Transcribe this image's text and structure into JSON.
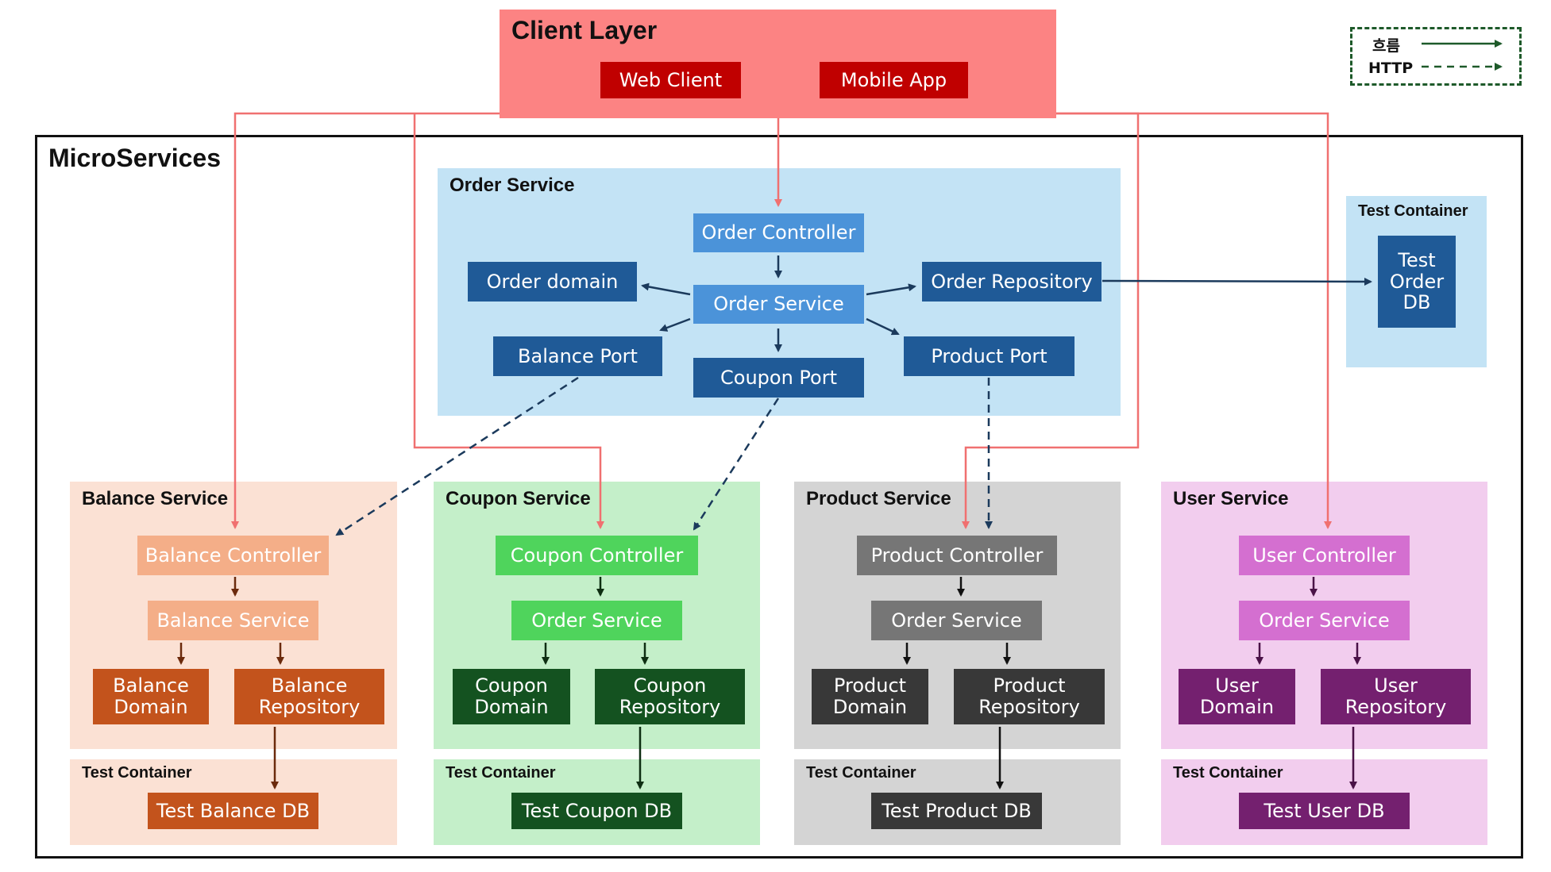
{
  "legend": {
    "flow_label": "흐름",
    "http_label": "HTTP"
  },
  "client_layer": {
    "title": "Client Layer",
    "web_client": "Web Client",
    "mobile_app": "Mobile App"
  },
  "microservices": {
    "title": "MicroServices"
  },
  "order_service": {
    "title": "Order Service",
    "controller": "Order Controller",
    "domain": "Order domain",
    "service": "Order Service",
    "repository": "Order Repository",
    "balance_port": "Balance Port",
    "coupon_port": "Coupon Port",
    "product_port": "Product Port"
  },
  "order_test_container": {
    "title": "Test Container",
    "db": "Test\nOrder\nDB"
  },
  "balance_service": {
    "title": "Balance Service",
    "controller": "Balance Controller",
    "service": "Balance Service",
    "domain": "Balance\nDomain",
    "repository": "Balance\nRepository",
    "test_title": "Test Container",
    "db": "Test Balance DB"
  },
  "coupon_service": {
    "title": "Coupon Service",
    "controller": "Coupon Controller",
    "service": "Order Service",
    "domain": "Coupon\nDomain",
    "repository": "Coupon\nRepository",
    "test_title": "Test Container",
    "db": "Test Coupon DB"
  },
  "product_service": {
    "title": "Product Service",
    "controller": "Product Controller",
    "service": "Order Service",
    "domain": "Product\nDomain",
    "repository": "Product\nRepository",
    "test_title": "Test Container",
    "db": "Test Product DB"
  },
  "user_service": {
    "title": "User Service",
    "controller": "User Controller",
    "service": "Order Service",
    "domain": "User\nDomain",
    "repository": "User\nRepository",
    "test_title": "Test Container",
    "db": "Test User DB"
  },
  "colors": {
    "client_bg": "#fc8383",
    "client_btn": "#c00000",
    "order_bg": "#c3e3f5",
    "order_light": "#4b93d9",
    "order_dark": "#1f5a97",
    "balance_bg": "#fbe1d4",
    "balance_light": "#f4ae88",
    "balance_dark": "#c3531c",
    "coupon_bg": "#c4efc9",
    "coupon_light": "#4fd45c",
    "coupon_dark": "#145220",
    "product_bg": "#d4d4d4",
    "product_light": "#767676",
    "product_dark": "#383838",
    "user_bg": "#f2cdee",
    "user_light": "#d46fd0",
    "user_dark": "#74206f",
    "client_line": "#f07070",
    "http_line": "#1b3a5c"
  }
}
